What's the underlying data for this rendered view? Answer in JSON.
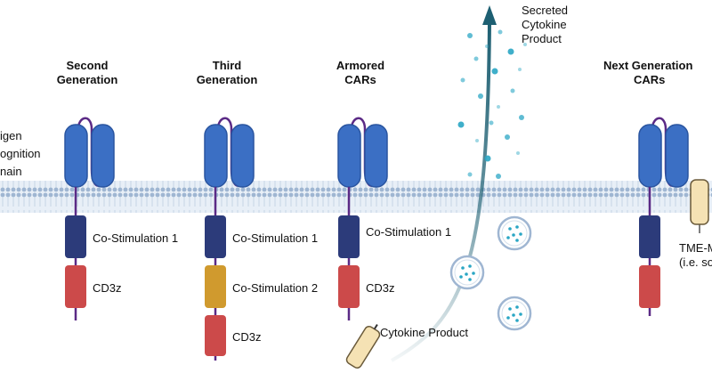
{
  "headers": {
    "second": [
      "Second",
      "Generation"
    ],
    "third": [
      "Third",
      "Generation"
    ],
    "armored": [
      "Armored",
      "CARs"
    ],
    "next": [
      "Next Generation",
      "CARs"
    ]
  },
  "labels": {
    "antigen": [
      "igen",
      "ognition",
      "nain"
    ],
    "co_stim_1": "Co-Stimulation 1",
    "co_stim_2": "Co-Stimulation 2",
    "cd3z": "CD3z",
    "cytokine_product": "Cytokine Product",
    "secreted": [
      "Secreted",
      "Cytokine",
      "Product"
    ],
    "tme": [
      "TME-M",
      "(i.e. so"
    ]
  },
  "colors": {
    "scfv": "#3b6fc4",
    "scfv_stroke": "#2a55a0",
    "linker": "#5b2a86",
    "costim1": "#2c3b7a",
    "costim2": "#d09a2e",
    "cd3z": "#cc4a4a",
    "membrane": "#b9cbe0",
    "cytokine_cyl": "#f5e2b4",
    "arrow": "#1d5f72",
    "dot": "#2aa6c4"
  }
}
